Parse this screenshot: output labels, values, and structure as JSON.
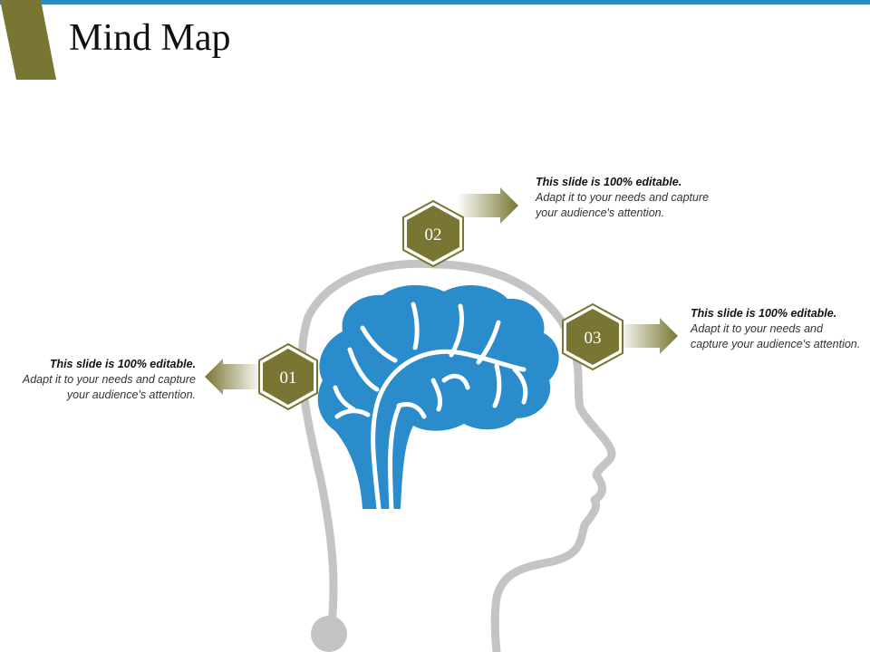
{
  "slide": {
    "title": "Mind Map"
  },
  "colors": {
    "accent_olive": "#787632",
    "brain_blue": "#2b8ccb",
    "head_gray": "#c4c4c4",
    "top_bar_blue": "#2b8cc4"
  },
  "nodes": [
    {
      "number": "01",
      "heading": "This slide  is  100% editable.",
      "body": "Adapt it to your needs and capture your audience's attention."
    },
    {
      "number": "02",
      "heading": "This slide  is  100% editable.",
      "body": "Adapt it to your needs and capture your audience's attention."
    },
    {
      "number": "03",
      "heading": "This slide  is  100% editable.",
      "body": "Adapt it to your needs and capture your audience's attention."
    }
  ]
}
